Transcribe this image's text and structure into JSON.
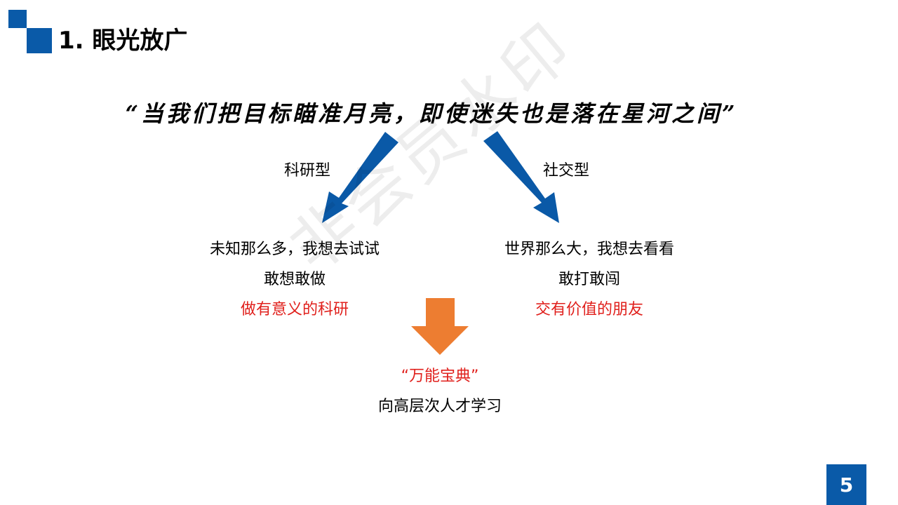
{
  "colors": {
    "brand_blue": "#0a5aa8",
    "title_square": "#0a5aa8",
    "accent_red": "#e0201c",
    "down_arrow_orange": "#ed7d31",
    "arrow_blue": "#0a59a7"
  },
  "slide": {
    "title": "1. 眼光放广",
    "quote": "“当我们把目标瞄准月亮，即使迷失也是落在星河之间”",
    "page_number": "5"
  },
  "left_branch": {
    "label": "科研型",
    "line1": "未知那么多，我想去试试",
    "line2": "敢想敢做",
    "line3": "做有意义的科研"
  },
  "right_branch": {
    "label": "社交型",
    "line1": "世界那么大，我想去看看",
    "line2": "敢打敢闯",
    "line3": "交有价值的朋友"
  },
  "result": {
    "line1": "“万能宝典”",
    "line2": "向高层次人才学习"
  },
  "watermark": {
    "text": "非会员水印"
  },
  "icons": {
    "left_arrow": "arrow-down-left-icon",
    "right_arrow": "arrow-down-right-icon",
    "down_arrow": "arrow-down-icon"
  }
}
